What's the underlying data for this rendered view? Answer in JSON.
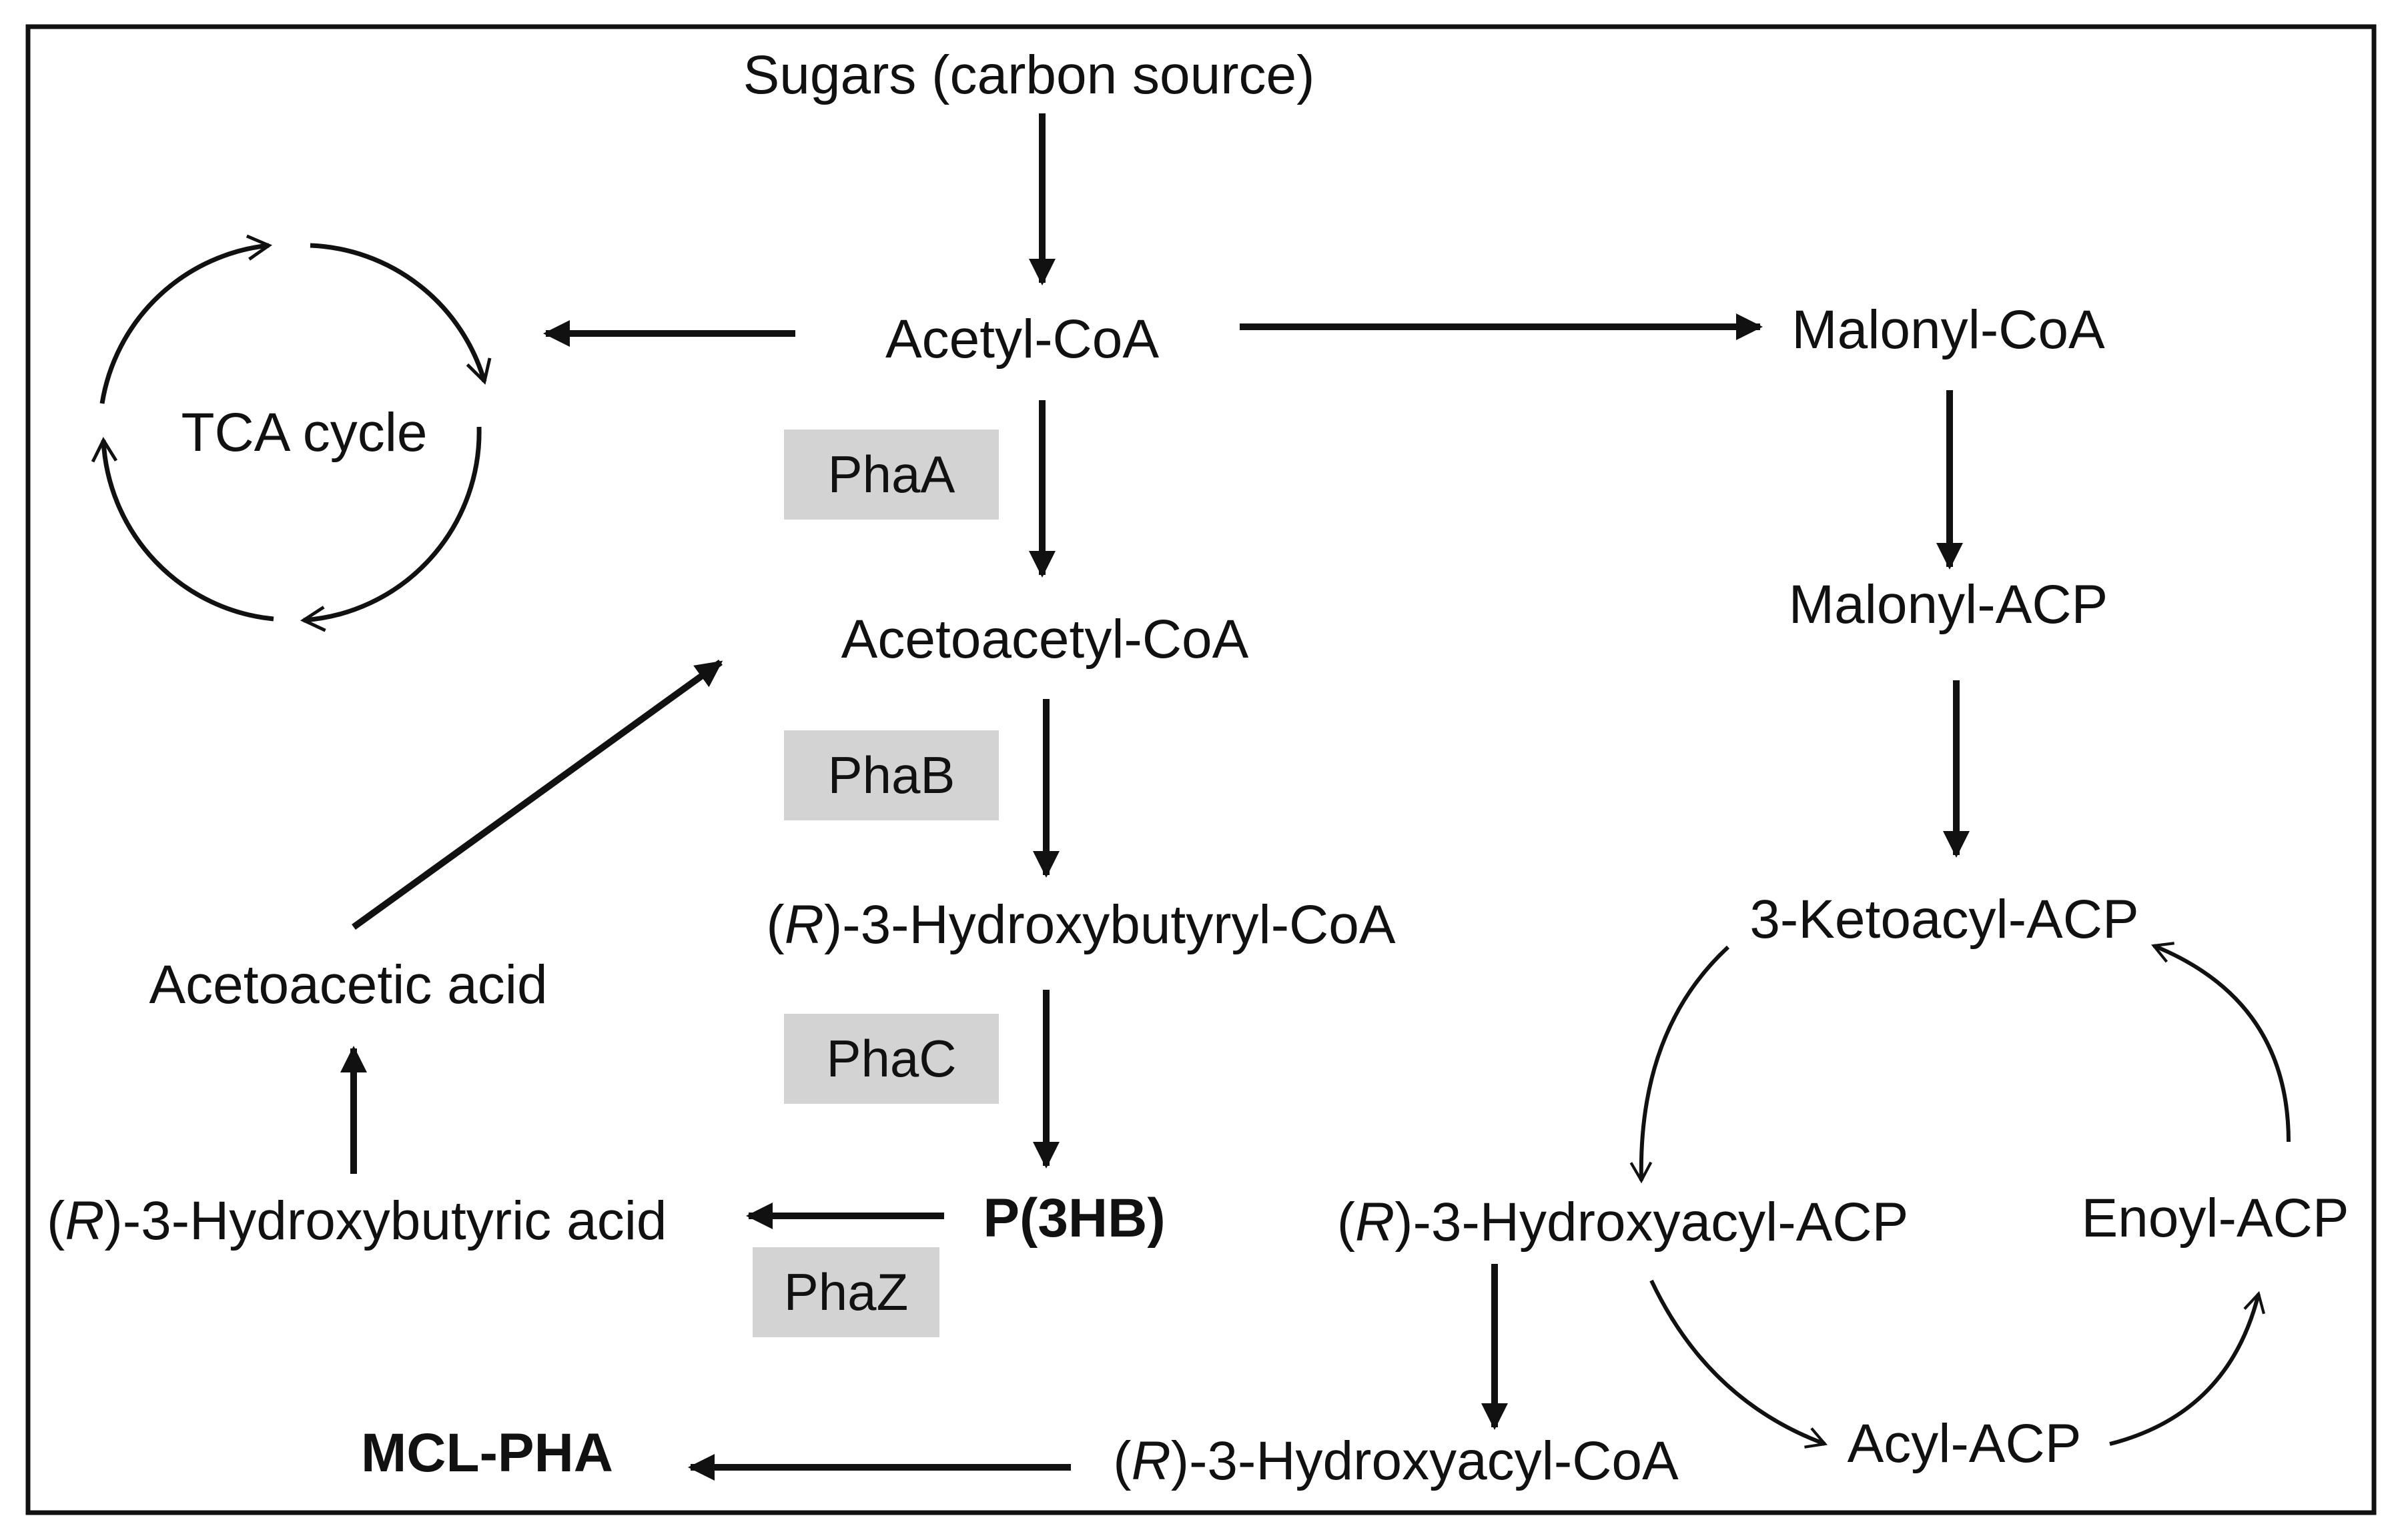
{
  "nodes": {
    "sugars": "Sugars (carbon source)",
    "acetyl_coa": "Acetyl-CoA",
    "tca_cycle": "TCA cycle",
    "malonyl_coa": "Malonyl-CoA",
    "malonyl_acp": "Malonyl-ACP",
    "acetoacetyl_coa": "Acetoacetyl-CoA",
    "ketoacyl_acp": "3-Ketoacyl-ACP",
    "hydroxybutyryl_coa": "-3-Hydroxybutyryl-CoA",
    "acetoacetic_acid": "Acetoacetic acid",
    "hydroxybutyric_acid": "-3-Hydroxybutyric acid",
    "p3hb": "P(3HB)",
    "hydroxyacyl_acp": "-3-Hydroxyacyl-ACP",
    "enoyl_acp": "Enoyl-ACP",
    "acyl_acp": "Acyl-ACP",
    "hydroxyacyl_coa": "-3-Hydroxyacyl-CoA",
    "mcl_pha": "MCL-PHA",
    "stereo_prefix": "R"
  },
  "enzymes": {
    "phaA": "PhaA",
    "phaB": "PhaB",
    "phaC": "PhaC",
    "phaZ": "PhaZ"
  },
  "colors": {
    "line": "#111111",
    "enzyme_box": "#d3d3d3",
    "frame": "#111111"
  }
}
